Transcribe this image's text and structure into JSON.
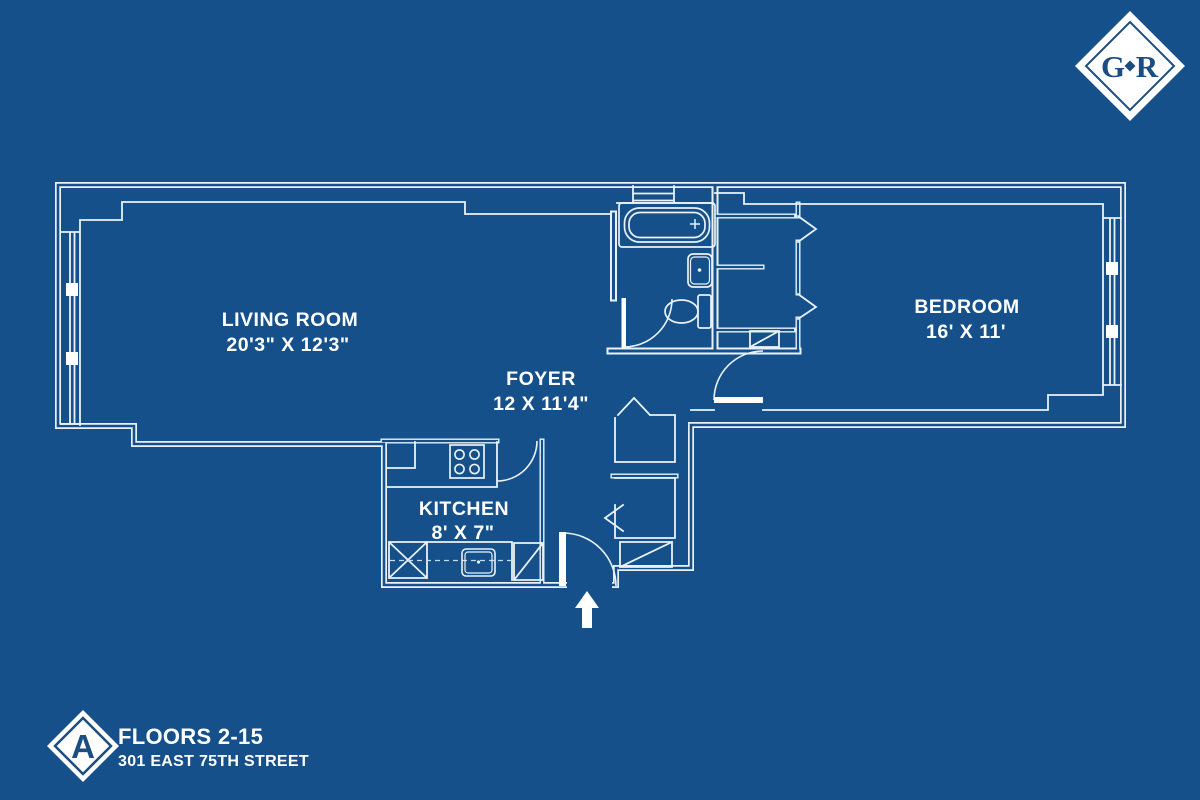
{
  "colors": {
    "background": "#15508a",
    "line": "#e9f2f9",
    "logo_navy": "#1c4d80",
    "text": "#ffffff"
  },
  "rooms": [
    {
      "name": "LIVING ROOM",
      "dimensions": "20'3\" X 12'3\""
    },
    {
      "name": "FOYER",
      "dimensions": "12 X 11'4\""
    },
    {
      "name": "BEDROOM",
      "dimensions": "16' X 11'"
    },
    {
      "name": "KITCHEN",
      "dimensions": "8' X 7\""
    }
  ],
  "fixtures": {
    "bathroom": [
      "bathtub",
      "sink",
      "toilet"
    ],
    "kitchen": [
      "stove",
      "sink",
      "refrigerator",
      "counter"
    ],
    "symbols": [
      "entry-arrow",
      "door-swing-arc",
      "closet-chevron-door",
      "window-mullions",
      "closet-diagonal-box"
    ]
  },
  "logo": {
    "left_letter": "G",
    "right_letter": "R"
  },
  "footer": {
    "badge_letter": "A",
    "line1": "FLOORS 2-15",
    "line2": "301 EAST 75TH STREET"
  }
}
